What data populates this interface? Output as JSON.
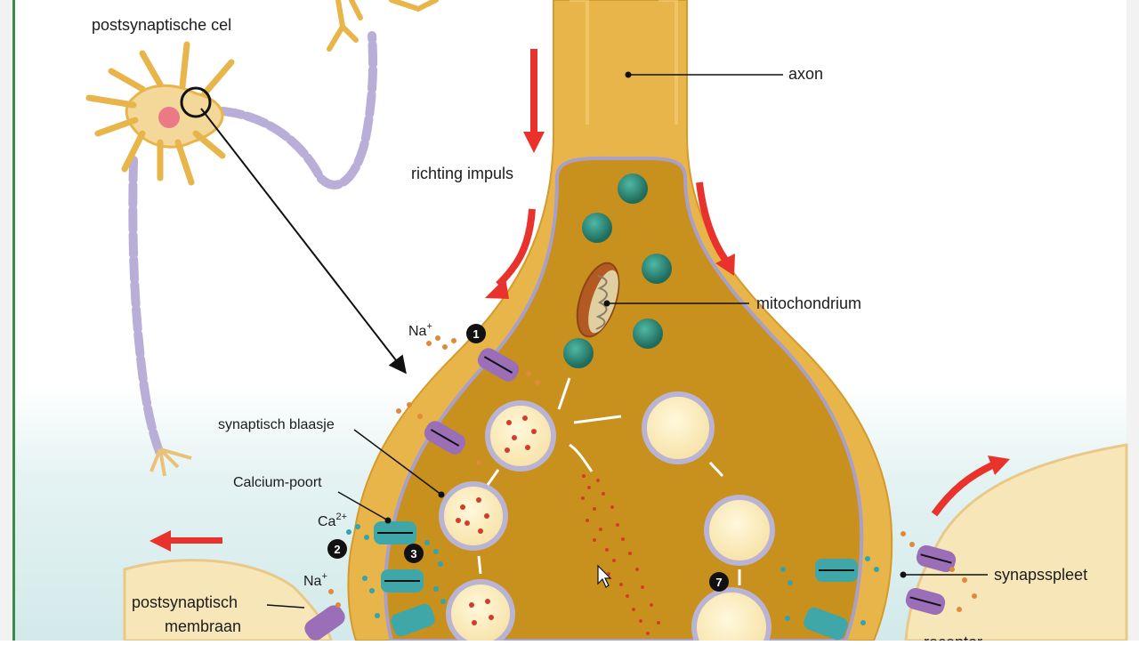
{
  "labels": {
    "postsynaptic_cell": "postsynaptische cel",
    "axon": "axon",
    "impulse_direction": "richting impuls",
    "mitochondrion": "mitochondrium",
    "sodium_top": "Na",
    "sodium_bottom": "Na",
    "sodium_sup": "+",
    "synaptic_vesicle": "synaptisch blaasje",
    "calcium_gate": "Calcium-poort",
    "calcium": "Ca",
    "calcium_sup": "2+",
    "postsynaptic_membrane_line1": "postsynaptisch",
    "postsynaptic_membrane_line2": "membraan",
    "synaptic_cleft": "synapsspleet",
    "receptor_partial": "receptor"
  },
  "steps": [
    "1",
    "2",
    "3",
    "7"
  ],
  "colors": {
    "axon_outer": "#e8b54a",
    "terminal_inner": "#c8901c",
    "membrane": "#a8a0c8",
    "arrow_red": "#e8322b",
    "mito": "#2d8a78",
    "cleft_bg": "#d8ecec",
    "channel_purple": "#9b6fb8",
    "channel_teal": "#3fa7a8",
    "myelin": "#b9aed8"
  }
}
